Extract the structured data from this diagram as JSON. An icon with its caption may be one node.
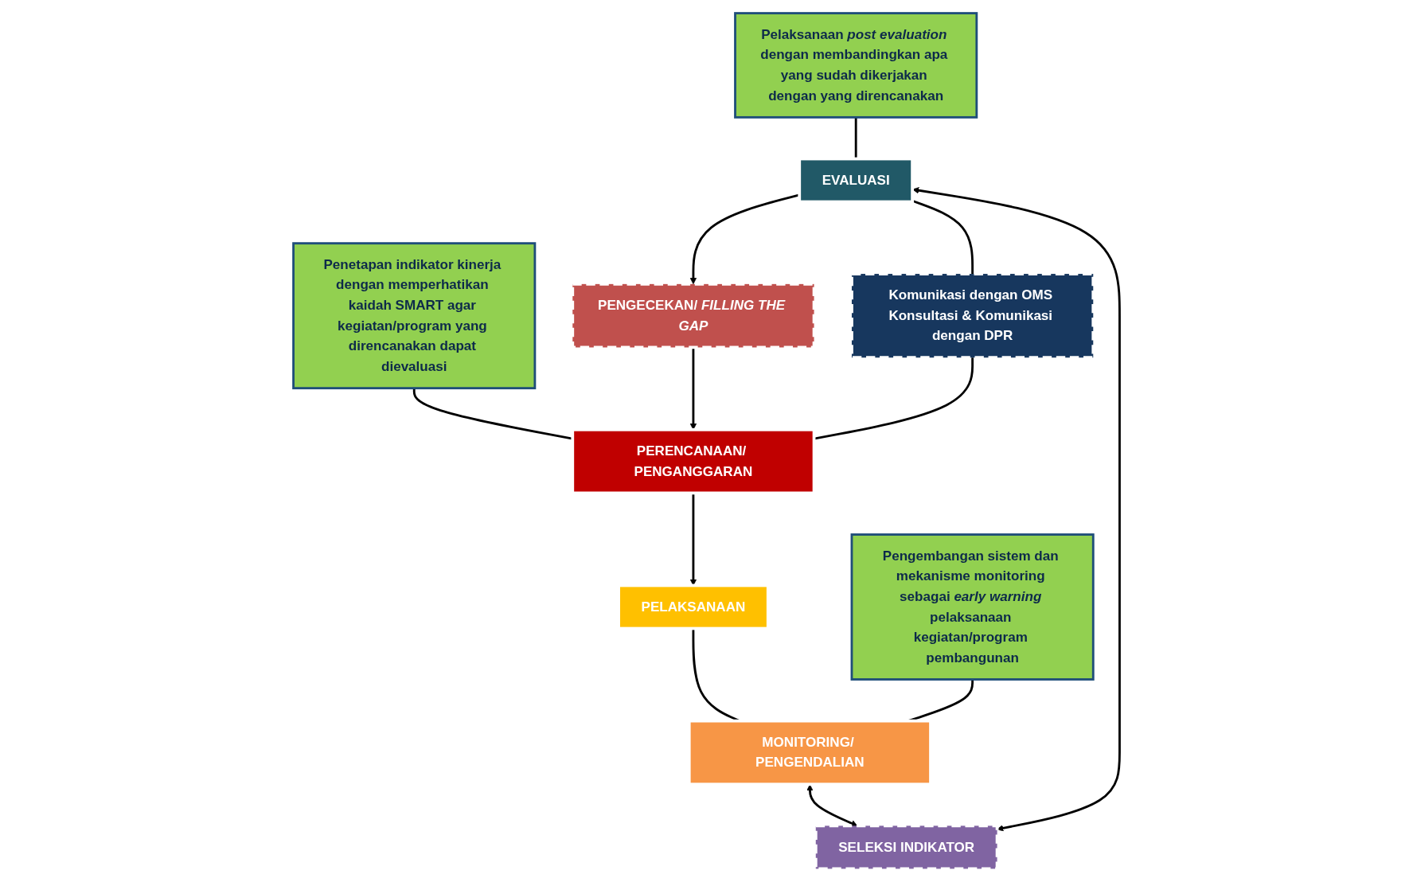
{
  "diagram": {
    "nodes": [
      {
        "text": [
          "PERENCANAAN/ PENGANGGARAN"
        ]
      },
      {
        "text": [
          "Penetapan indikator kinerja dengan memperhatikan kaidah SMART agar kegiatan/program yang direncanakan dapat dievaluasi"
        ]
      },
      {
        "text": [
          "PELAKSANAAN"
        ]
      },
      {
        "text": [
          "Pelaksanaan *post evaluation* dengan membandingkan apa yang sudah dikerjakan dengan yang direncanakan"
        ]
      },
      {
        "text": [
          "MONITORING/ PENGENDALIAN"
        ]
      },
      {
        "text": [
          "Pengembangan sistem dan mekanisme monitoring sebagai *early warning* pelaksanaan kegiatan/program pembangunan"
        ]
      },
      {
        "text": [
          "PENGECEKAN/ *FILLING THE GAP*"
        ]
      },
      {
        "text": [
          "EVALUASI"
        ]
      },
      {
        "text": [
          "SELEKSI INDIKATOR"
        ]
      },
      {
        "text": [
          "Komunikasi dengan OMS Konsultasi & Komunikasi dengan DPR"
        ]
      }
    ],
    "edges": [
      {
        "from": 1,
        "to": 0,
        "arrow": "none"
      },
      {
        "from": 0,
        "to": 2,
        "arrow": "to"
      },
      {
        "from": 2,
        "to": 4,
        "arrow": "none"
      },
      {
        "from": 5,
        "to": 4,
        "arrow": "none"
      },
      {
        "from": 4,
        "to": 8,
        "arrow": "both"
      },
      {
        "from": 3,
        "to": 7,
        "arrow": "none"
      },
      {
        "from": 7,
        "to": 8,
        "arrow": "both"
      },
      {
        "from": 7,
        "to": 6,
        "arrow": "to"
      },
      {
        "from": 6,
        "to": 0,
        "arrow": "to"
      },
      {
        "from": 7,
        "to": 9,
        "arrow": "none"
      },
      {
        "from": 9,
        "to": 0,
        "arrow": "none"
      }
    ]
  }
}
